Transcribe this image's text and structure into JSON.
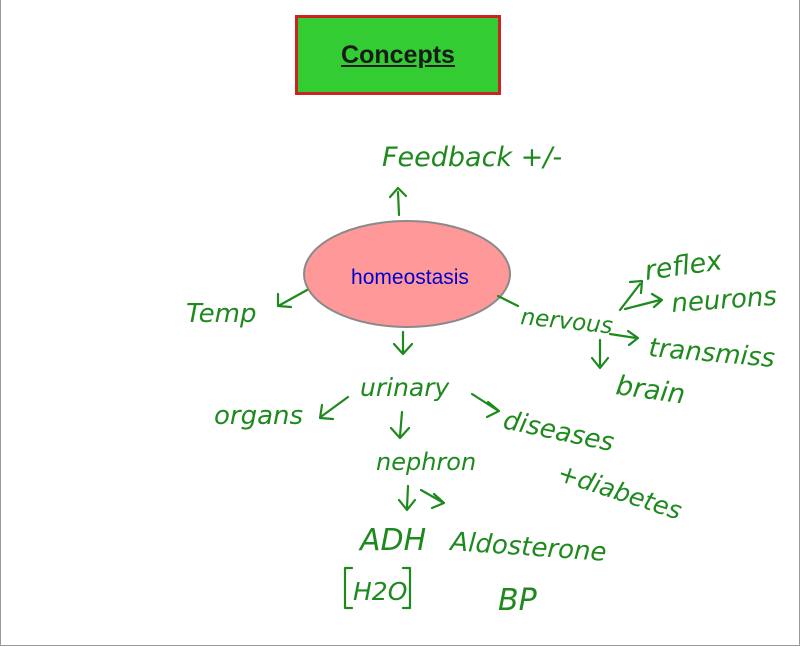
{
  "title": "Concepts",
  "center": {
    "label": "homeostasis",
    "fill": "#ff9999",
    "text_color": "#0000cc"
  },
  "ink_color": "#1e8a1e",
  "nodes": {
    "feedback": "Feedback +/-",
    "temp": "Temp",
    "nervous": "nervous",
    "reflex": "reflex",
    "neurons": "neurons",
    "transmission": "transmiss",
    "brain": "brain",
    "urinary": "urinary",
    "organs": "organs",
    "diseases": "diseases",
    "diabetes": "+diabetes",
    "nephron": "nephron",
    "adh": "ADH",
    "aldosterone": "Aldosterone",
    "h2o": "H2O",
    "bp": "BP"
  }
}
